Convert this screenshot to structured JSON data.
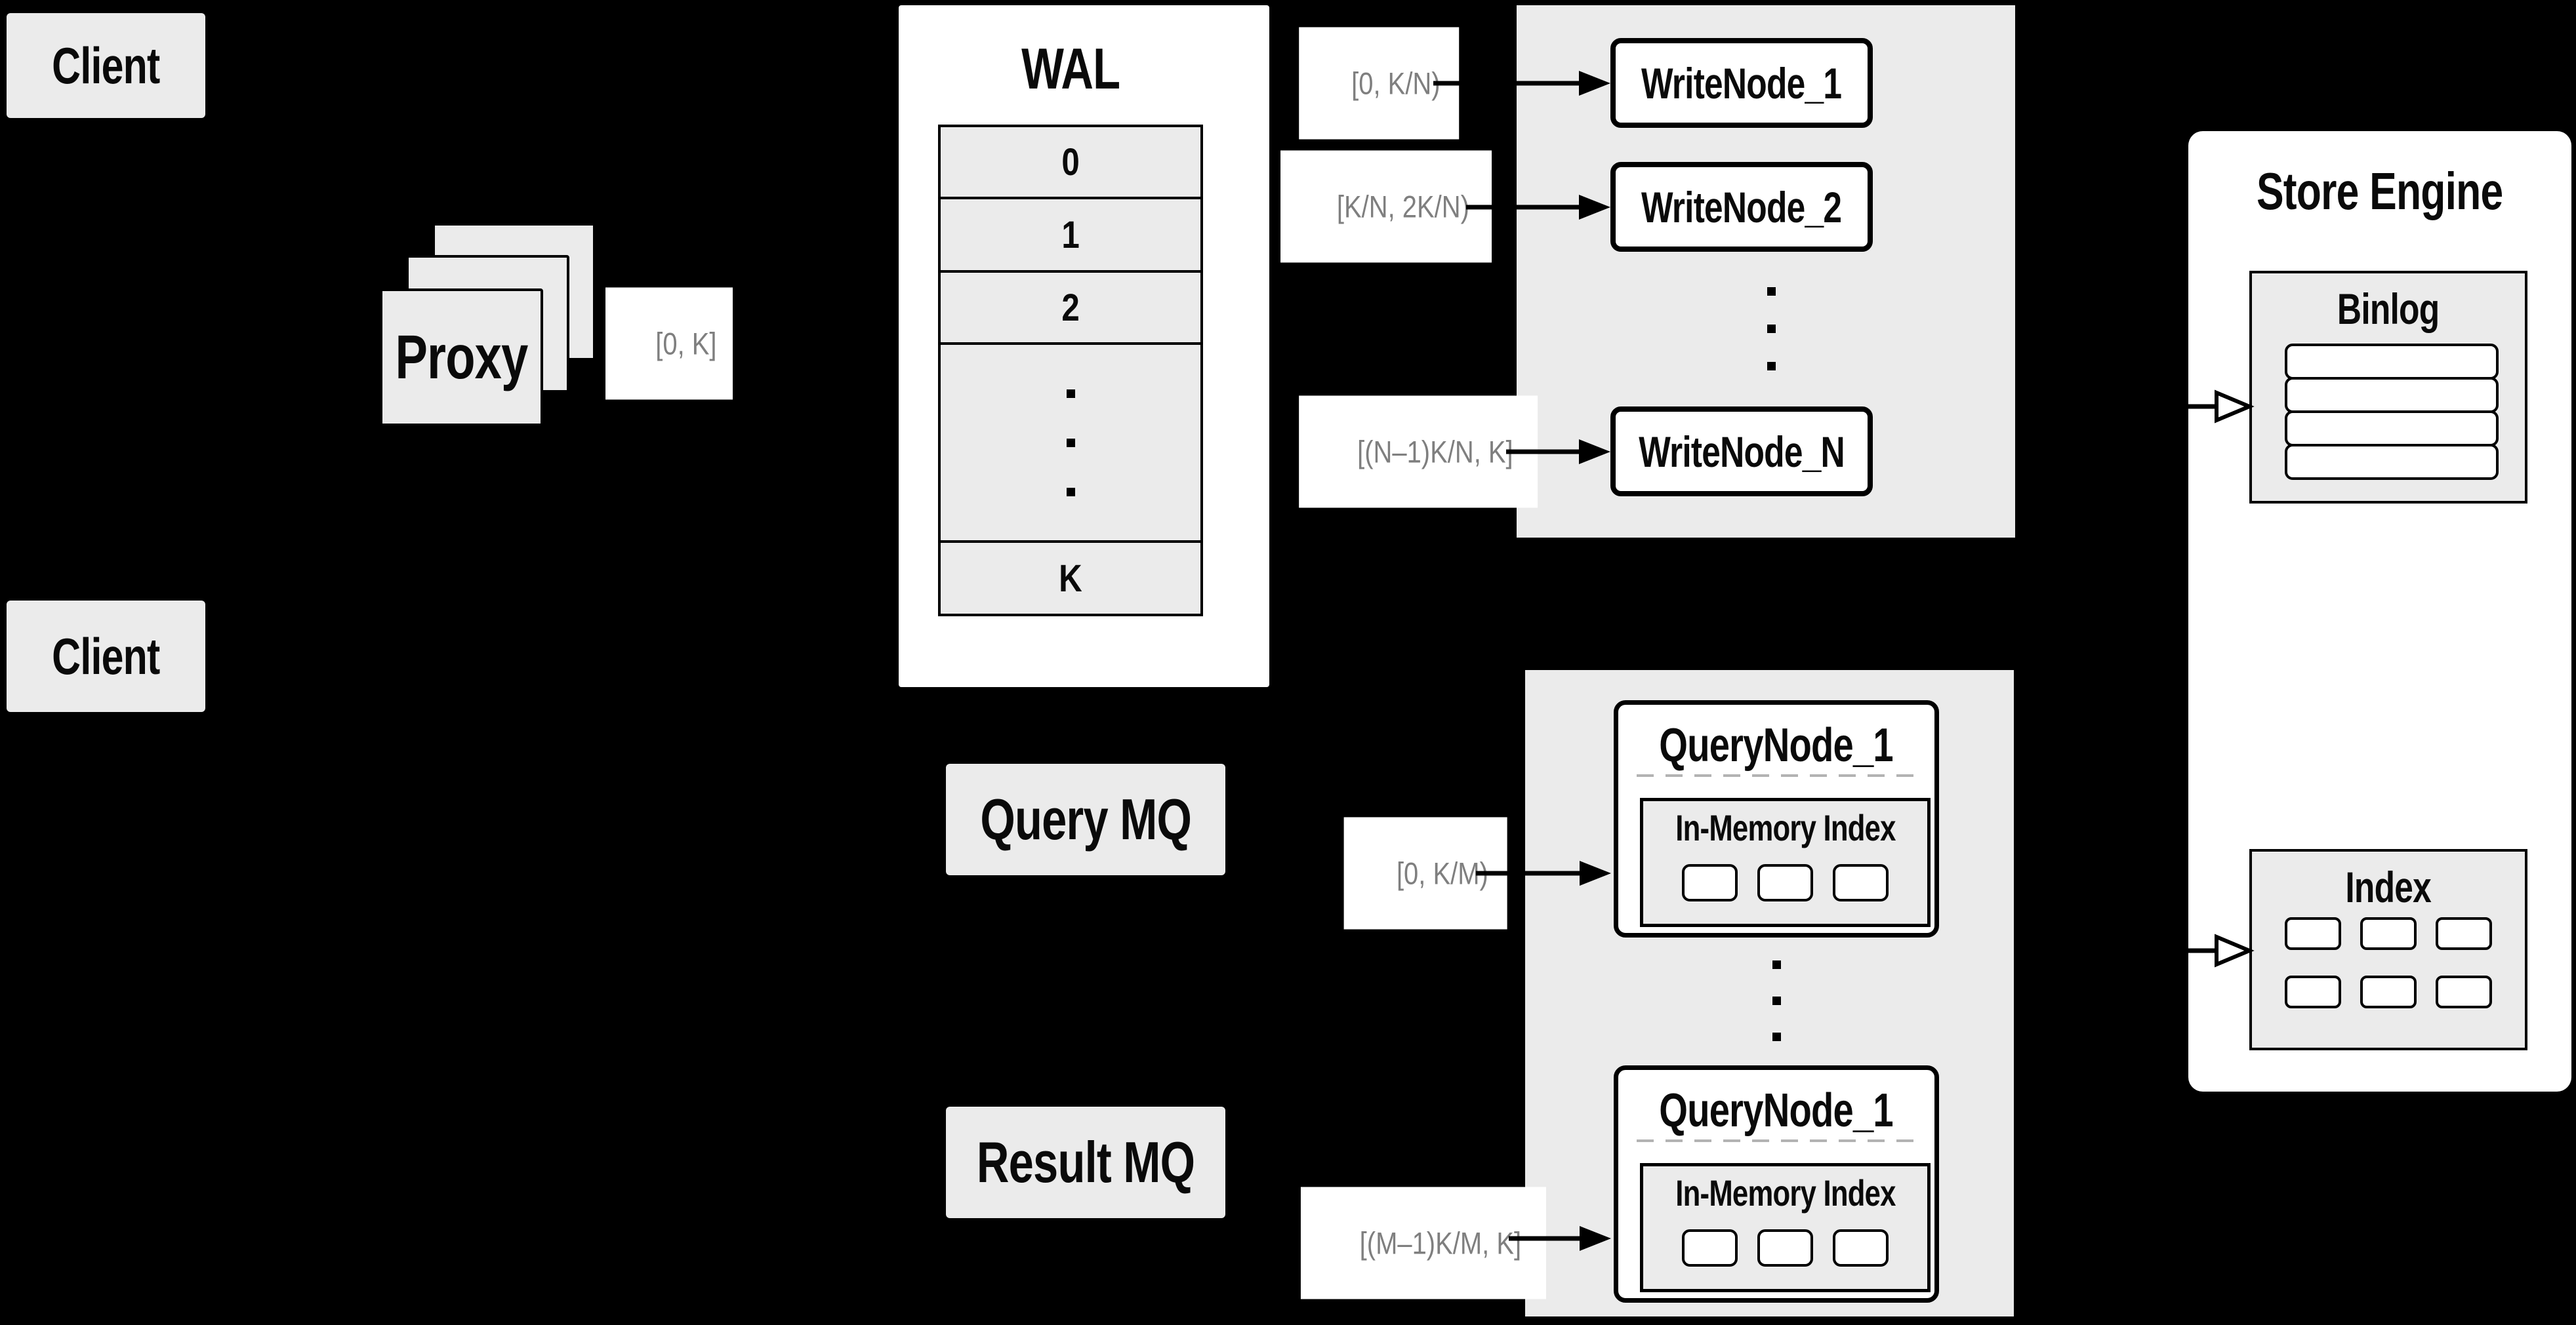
{
  "colors": {
    "background": "#000000",
    "panel_gray": "#ebebeb",
    "surface_white": "#ffffff",
    "border_black": "#000000",
    "range_label_text": "#7f7f7f",
    "dashed_divider": "#b3b3b3"
  },
  "clients": {
    "top_label": "Client",
    "bottom_label": "Client"
  },
  "proxy": {
    "label": "Proxy"
  },
  "wal": {
    "title": "WAL",
    "segments": [
      "0",
      "1",
      "2"
    ],
    "last_segment": "K"
  },
  "ranges": {
    "proxy_out": "[0, K]",
    "write_1": "[0,  K/N)",
    "write_2": "[K/N, 2K/N)",
    "write_n": "[(N–1)K/N,  K]",
    "query_1": "[0, K/M)",
    "query_m": "[(M–1)K/M, K]"
  },
  "write_nodes": {
    "node_1": "WriteNode_1",
    "node_2": "WriteNode_2",
    "node_n": "WriteNode_N"
  },
  "mq": {
    "query": "Query MQ",
    "result": "Result MQ"
  },
  "query_nodes": {
    "node_a": {
      "title": "QueryNode_1",
      "index_label": "In-Memory Index"
    },
    "node_b": {
      "title": "QueryNode_1",
      "index_label": "In-Memory Index"
    }
  },
  "store_engine": {
    "title": "Store Engine",
    "binlog_title": "Binlog",
    "index_title": "Index"
  }
}
